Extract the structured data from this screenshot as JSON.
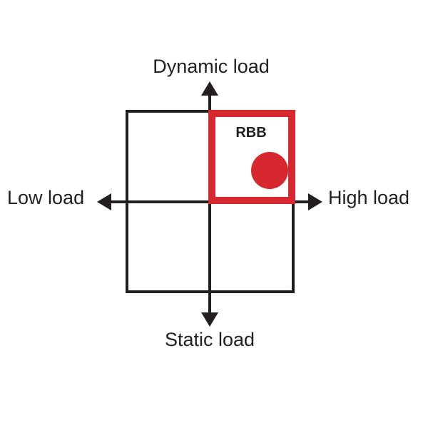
{
  "axes": {
    "top_label": "Dynamic load",
    "bottom_label": "Static load",
    "left_label": "Low load",
    "right_label": "High load"
  },
  "highlight": {
    "quadrant_label": "RBB",
    "color": "#d7282f"
  },
  "colors": {
    "line": "#231f20",
    "background": "#ffffff"
  }
}
